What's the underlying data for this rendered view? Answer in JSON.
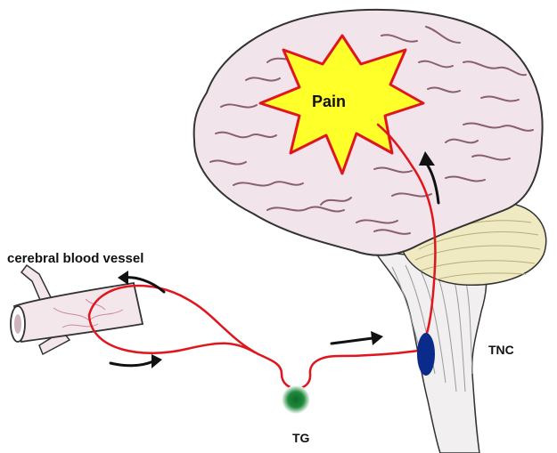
{
  "labels": {
    "vessel": "cerebral blood vessel",
    "pain": "Pain",
    "tnc": "TNC",
    "tg": "TG"
  },
  "colors": {
    "pathway": "#e0161e",
    "pain_fill": "#ffff2a",
    "pain_outline": "#e0161e",
    "brain_fill": "#f1e4ea",
    "brain_sulci": "#8a5f70",
    "cerebellum_fill": "#efeac2",
    "brainstem_fill": "#f1efef",
    "tnc_nucleus": "#0a2a8c",
    "tg_ganglion": "#0e6a2a",
    "arrows": "#111111"
  },
  "icons": [
    "arrow-curved-up-left",
    "arrow-curved-down-right",
    "arrow-right",
    "arrow-up"
  ]
}
